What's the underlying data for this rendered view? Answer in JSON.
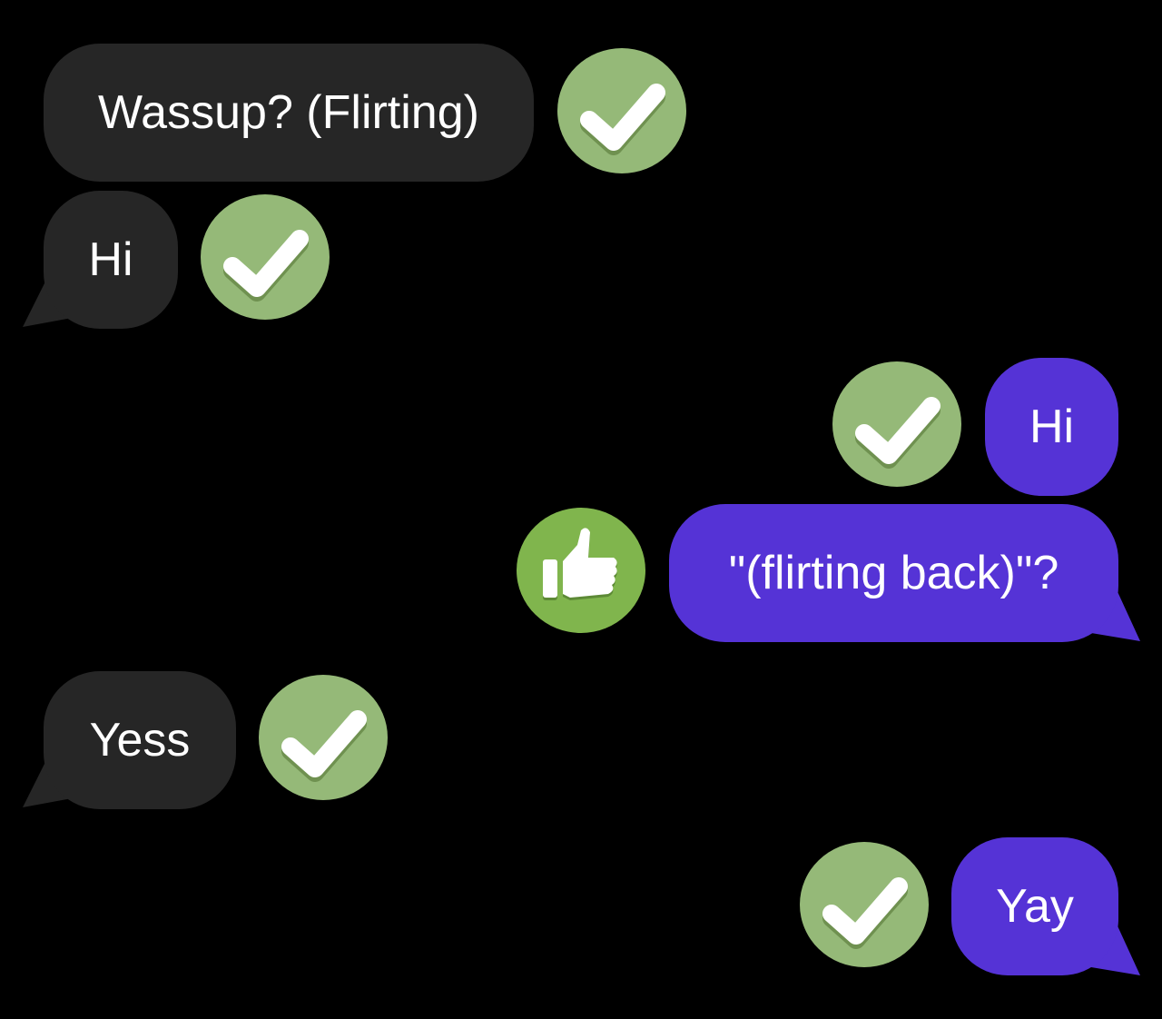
{
  "colors": {
    "incoming": "#262626",
    "outgoing": "#5533d6",
    "check": "#95b978",
    "thumb": "#80b54d"
  },
  "messages": [
    {
      "direction": "incoming",
      "text": "Wassup? (Flirting)",
      "reaction": "check-icon"
    },
    {
      "direction": "incoming",
      "text": "Hi",
      "reaction": "check-icon"
    },
    {
      "direction": "outgoing",
      "text": "Hi",
      "reaction": "check-icon"
    },
    {
      "direction": "outgoing",
      "text": "\"(flirting back)\"?",
      "reaction": "thumbs-up-icon"
    },
    {
      "direction": "incoming",
      "text": "Yess",
      "reaction": "check-icon"
    },
    {
      "direction": "outgoing",
      "text": "Yay",
      "reaction": "check-icon"
    }
  ]
}
